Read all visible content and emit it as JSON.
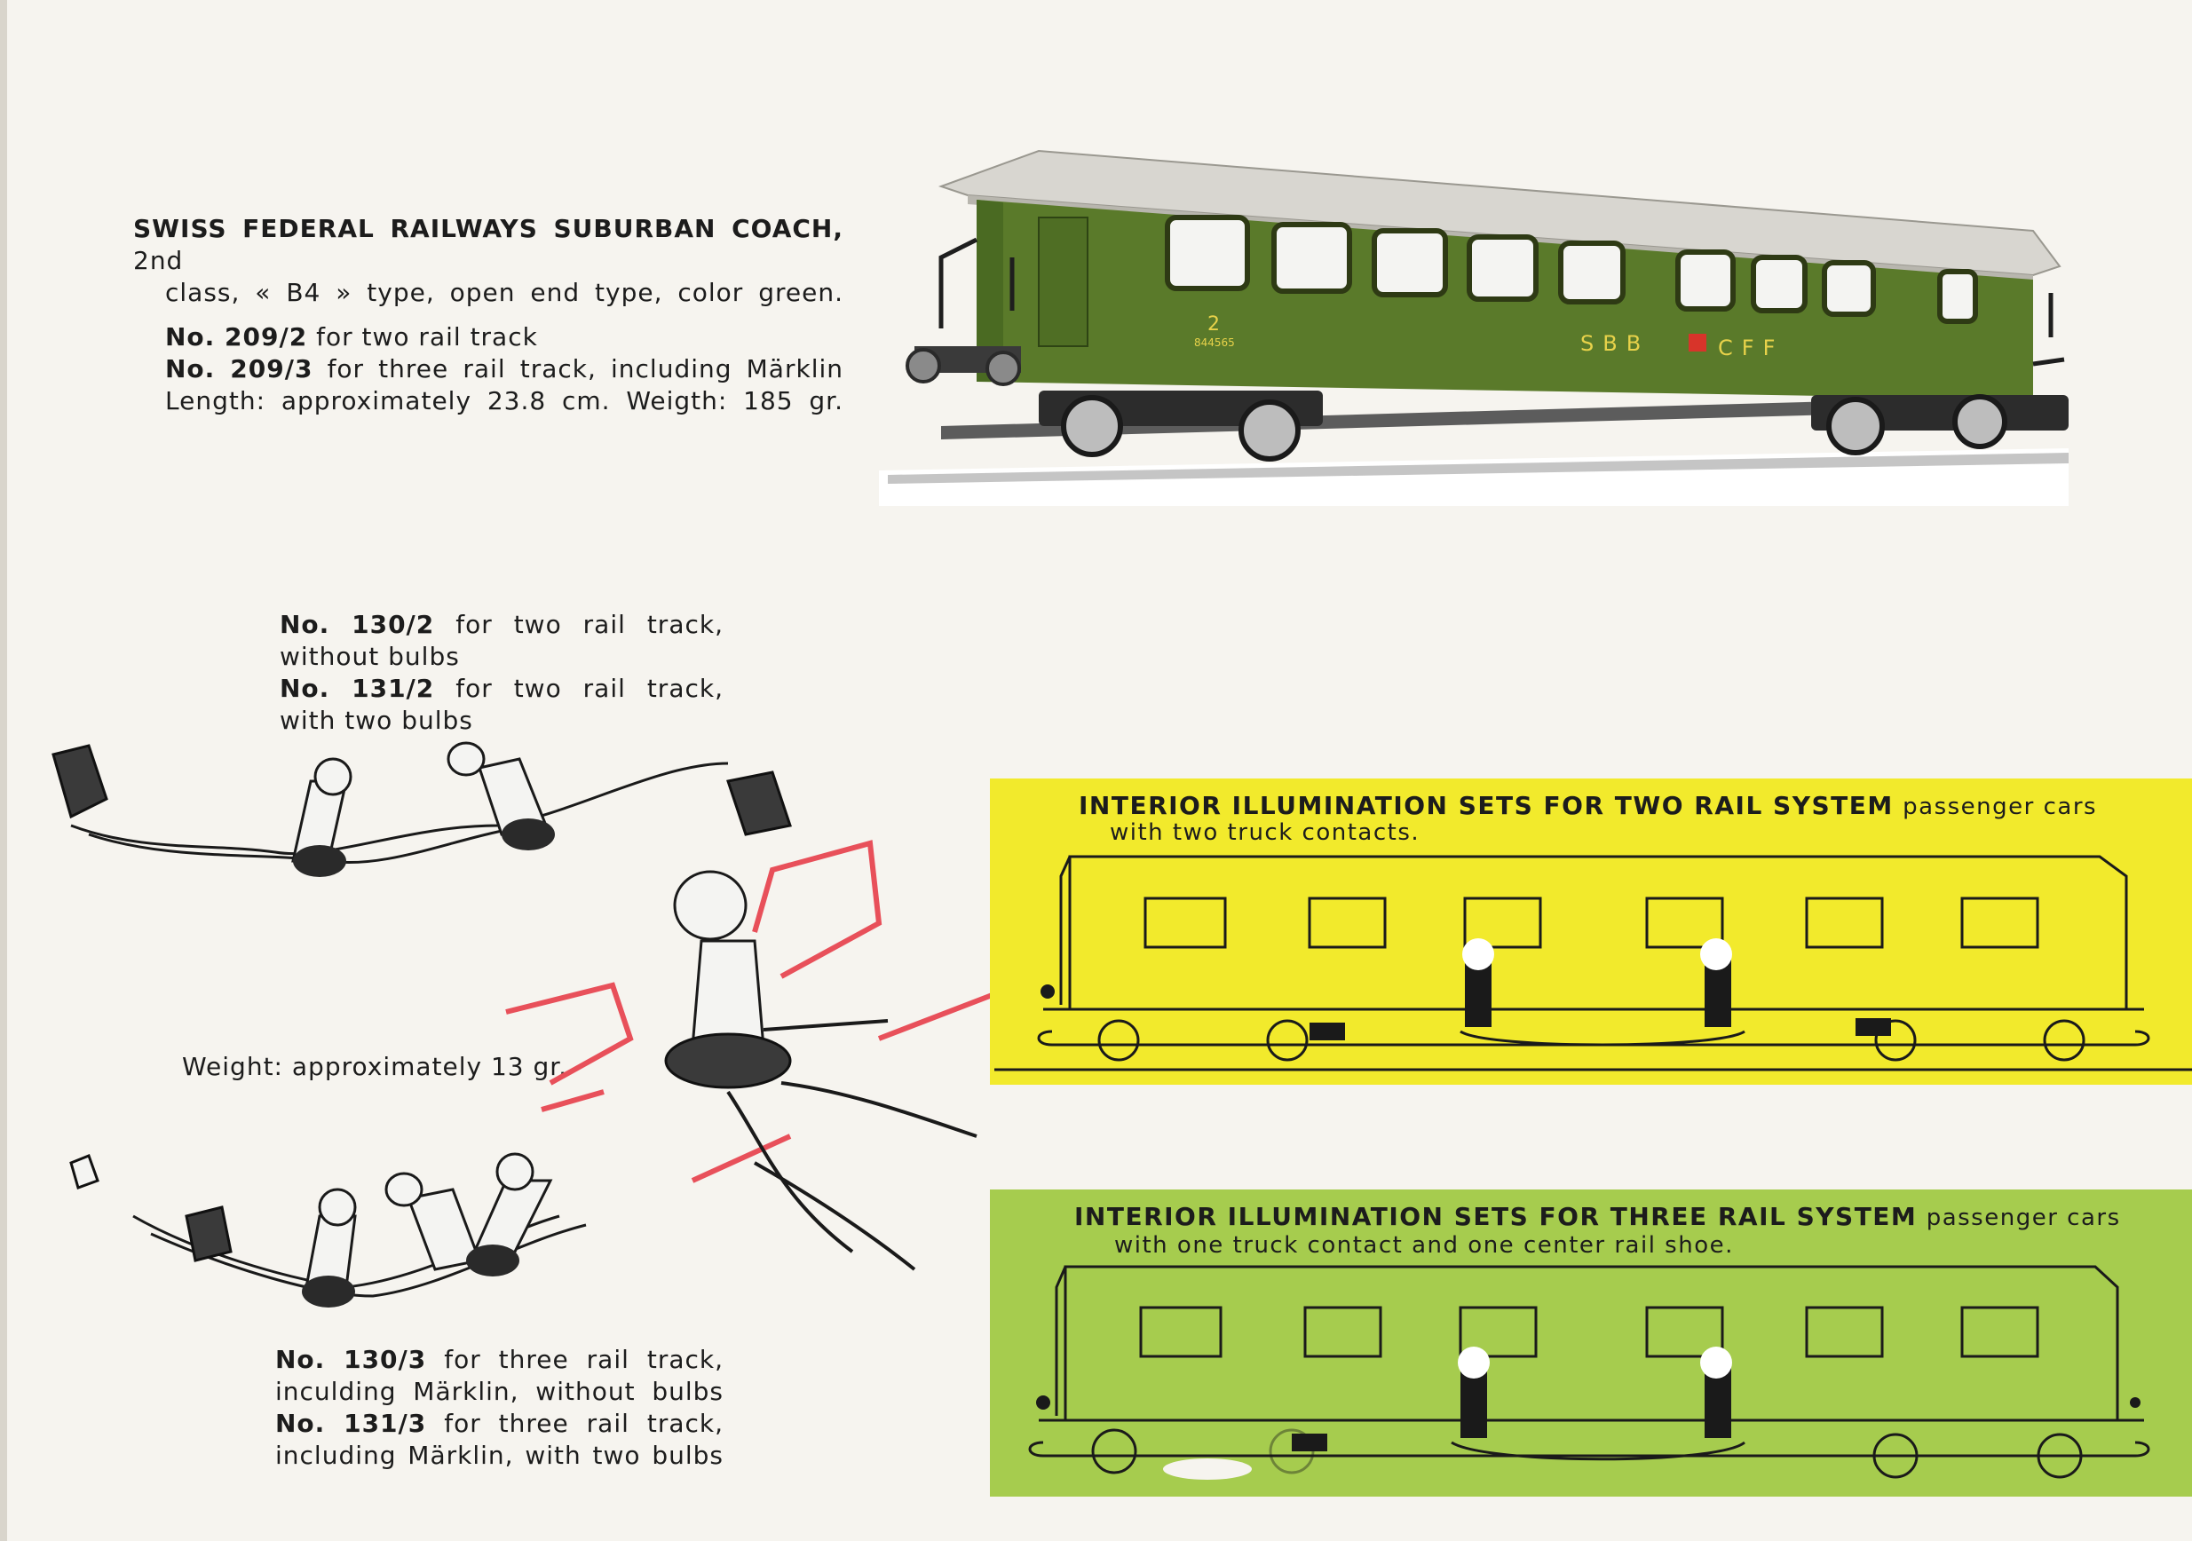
{
  "coach": {
    "title": "SWISS FEDERAL RAILWAYS SUBURBAN COACH,",
    "title_tail": "2nd",
    "desc": "class, « B4 » type, open end type, color green.",
    "line1_no": "No. 209/2",
    "line1_text": "for two rail track",
    "line2_no": "No. 209/3",
    "line2_text": "for three rail track, including Märklin",
    "dimensions": "Length: approximately 23.8 cm. Weigth: 185 gr."
  },
  "coach_image": {
    "class_number": "2",
    "car_number": "844565",
    "lettering_left": "SBB",
    "lettering_right": "CFF",
    "body_color": "#5a7a2a",
    "roof_color": "#d8d6d0"
  },
  "two_rail_sets": {
    "item1_no": "No. 130/2",
    "item1_text": "for two rail track,",
    "item1_text2": "without bulbs",
    "item2_no": "No. 131/2",
    "item2_text": "for two rail track,",
    "item2_text2": "with two bulbs"
  },
  "weight": "Weight: approximately 13 gr.",
  "three_rail_sets": {
    "item1_no": "No. 130/3",
    "item1_text": "for three rail track,",
    "item1_text2": "inculding Märklin, without bulbs",
    "item2_no": "No. 131/3",
    "item2_text": "for three rail track,",
    "item2_text2": "including Märklin, with two bulbs"
  },
  "panel_two_rail": {
    "title": "INTERIOR ILLUMINATION SETS FOR TWO RAIL SYSTEM",
    "title_tail": "passenger cars",
    "subtitle": "with two truck contacts.",
    "bg_color": "#f2ea2c"
  },
  "panel_three_rail": {
    "title": "INTERIOR ILLUMINATION SETS FOR THREE RAIL SYSTEM",
    "title_tail": "passenger cars",
    "subtitle": "with one truck contact and one center rail shoe.",
    "bg_color": "#a6cc4e"
  },
  "accent_red": "#e8505a"
}
